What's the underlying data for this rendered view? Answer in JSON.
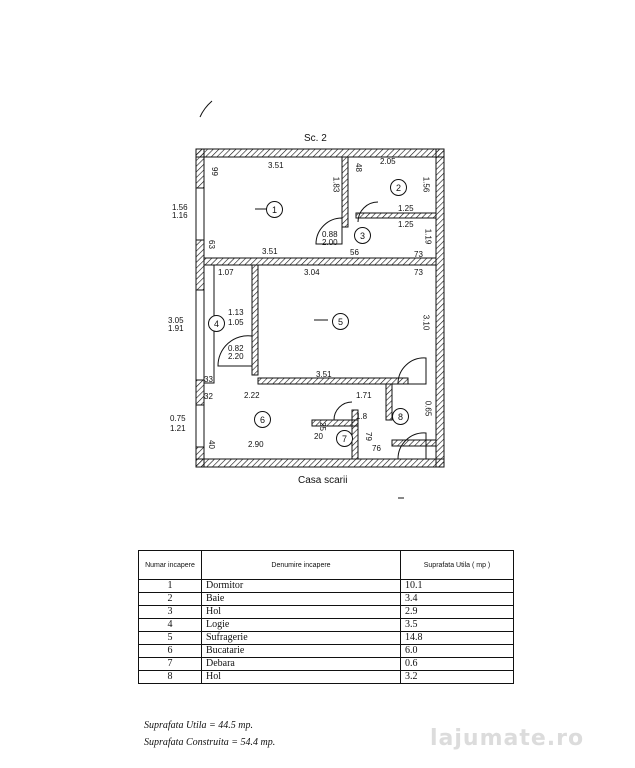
{
  "plan": {
    "title": "Sc. 2",
    "caption": "Casa scarii",
    "dims": {
      "d1": "3.51",
      "d2": "99",
      "d3": "1.83",
      "d4": "48",
      "d5": "2.05",
      "d6": "1.56",
      "d7": "1.56",
      "d8": "1.16",
      "d9": "1.25",
      "d10": "1.25",
      "d11": "1.19",
      "d12": "3.51",
      "d13": "63",
      "d14": "0.88",
      "d15": "2.00",
      "d16": "56",
      "d17": "1.07",
      "d18": "3.04",
      "d19": "73",
      "d20": "73",
      "d21": "3.05",
      "d22": "1.91",
      "d23": "1.13",
      "d24": "1.05",
      "d25": "3.10",
      "d26": "0.82",
      "d27": "2.20",
      "d28": "3.51",
      "d29": "2.22",
      "d30": "1.71",
      "d31": "33",
      "d32": "32",
      "d33": "0.75",
      "d34": "1.21",
      "d35": "0.65",
      "d36": "2.90",
      "d37": "40",
      "d38": "76",
      "d39": "79",
      "d40": "1.8",
      "d41": "20",
      "d42": "25"
    },
    "rooms": [
      "1",
      "2",
      "3",
      "4",
      "5",
      "6",
      "7",
      "8"
    ]
  },
  "table": {
    "headers": {
      "num": "Numar incapere",
      "name": "Denumire incapere",
      "area": "Suprafata Utila ( mp )"
    },
    "rows": [
      {
        "n": "1",
        "name": "Dormitor",
        "area": "10.1"
      },
      {
        "n": "2",
        "name": "Baie",
        "area": "3.4"
      },
      {
        "n": "3",
        "name": "Hol",
        "area": "2.9"
      },
      {
        "n": "4",
        "name": "Logie",
        "area": "3.5"
      },
      {
        "n": "5",
        "name": "Sufragerie",
        "area": "14.8"
      },
      {
        "n": "6",
        "name": "Bucatarie",
        "area": "6.0"
      },
      {
        "n": "7",
        "name": "Debara",
        "area": "0.6"
      },
      {
        "n": "8",
        "name": "Hol",
        "area": "3.2"
      }
    ]
  },
  "summary": {
    "utila": "Suprafata Utila = 44.5 mp.",
    "construita": "Suprafata Construita = 54.4 mp."
  },
  "watermark": "lajumate.ro"
}
